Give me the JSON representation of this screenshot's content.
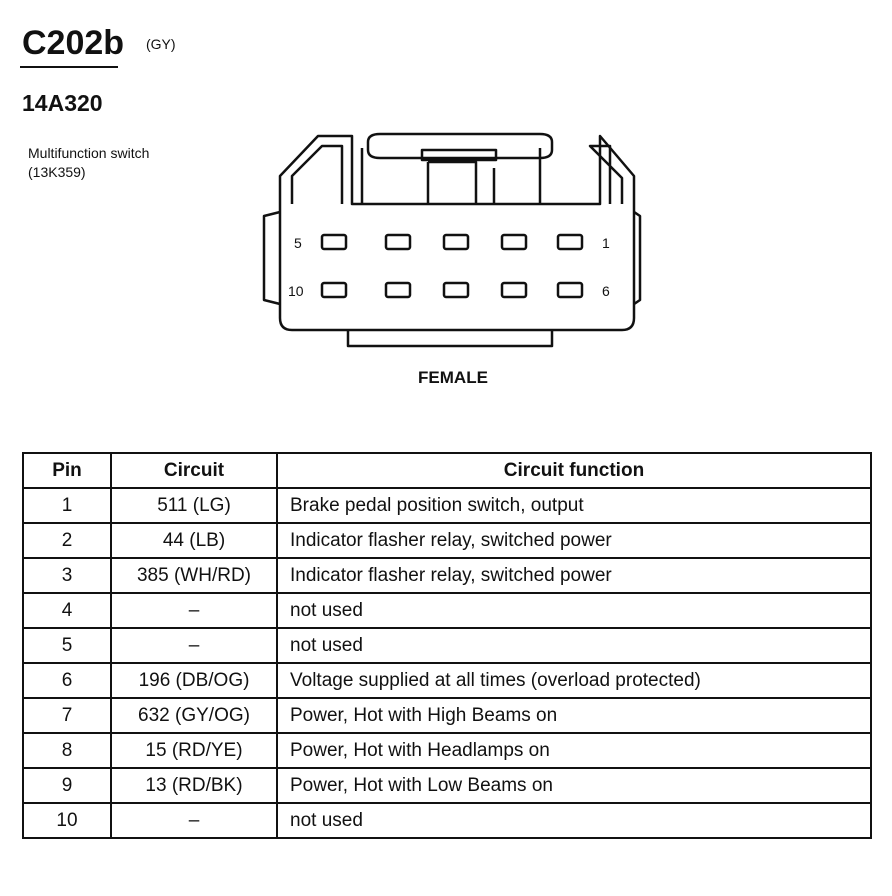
{
  "header": {
    "connector_id": "C202b",
    "color_code": "(GY)",
    "part_number": "14A320",
    "component_name": "Multifunction switch",
    "component_code": "(13K359)"
  },
  "diagram": {
    "pin_labels": {
      "top_left": "5",
      "top_right": "1",
      "bottom_left": "10",
      "bottom_right": "6"
    },
    "gender_label": "FEMALE"
  },
  "table": {
    "headers": [
      "Pin",
      "Circuit",
      "Circuit function"
    ],
    "rows": [
      {
        "pin": "1",
        "circuit": "511 (LG)",
        "function": "Brake pedal position switch, output"
      },
      {
        "pin": "2",
        "circuit": "44 (LB)",
        "function": "Indicator flasher relay, switched power"
      },
      {
        "pin": "3",
        "circuit": "385 (WH/RD)",
        "function": "Indicator flasher relay, switched power"
      },
      {
        "pin": "4",
        "circuit": "–",
        "function": "not used"
      },
      {
        "pin": "5",
        "circuit": "–",
        "function": "not used"
      },
      {
        "pin": "6",
        "circuit": "196 (DB/OG)",
        "function": "Voltage supplied at all times (overload protected)"
      },
      {
        "pin": "7",
        "circuit": "632 (GY/OG)",
        "function": "Power, Hot with High Beams on"
      },
      {
        "pin": "8",
        "circuit": "15 (RD/YE)",
        "function": "Power, Hot with Headlamps on"
      },
      {
        "pin": "9",
        "circuit": "13 (RD/BK)",
        "function": "Power, Hot with Low Beams on"
      },
      {
        "pin": "10",
        "circuit": "–",
        "function": "not used"
      }
    ]
  }
}
